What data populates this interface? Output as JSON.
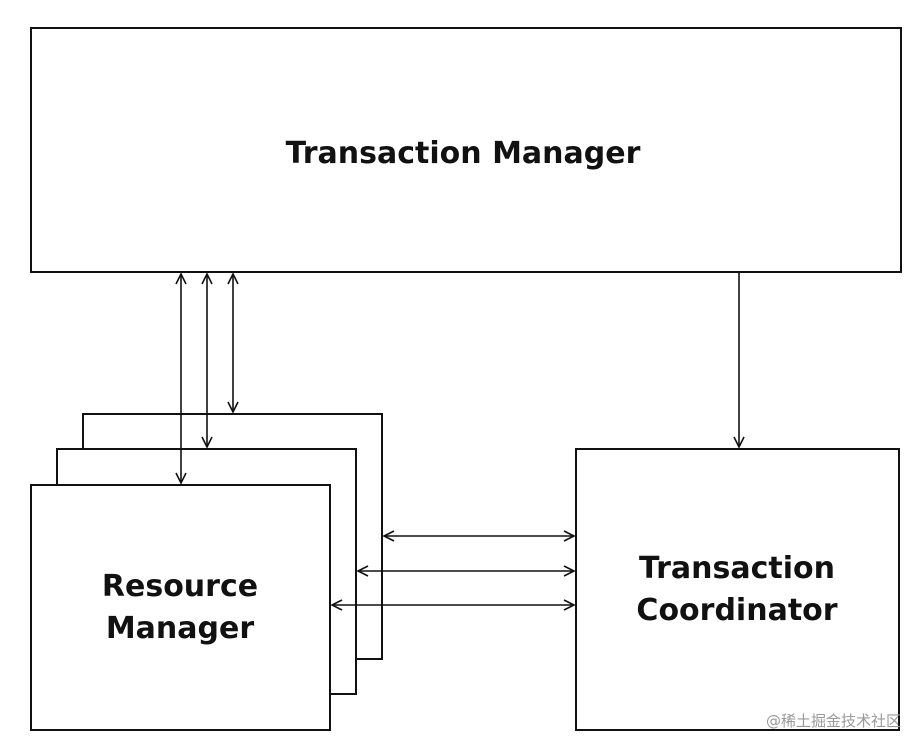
{
  "diagram": {
    "transaction_manager_label": "Transaction Manager",
    "resource_manager_label": {
      "line1": "Resource",
      "line2": "Manager"
    },
    "transaction_coordinator_label": {
      "line1": "Transaction",
      "line2": "Coordinator"
    },
    "watermark": "@稀土掘金技术社区"
  }
}
